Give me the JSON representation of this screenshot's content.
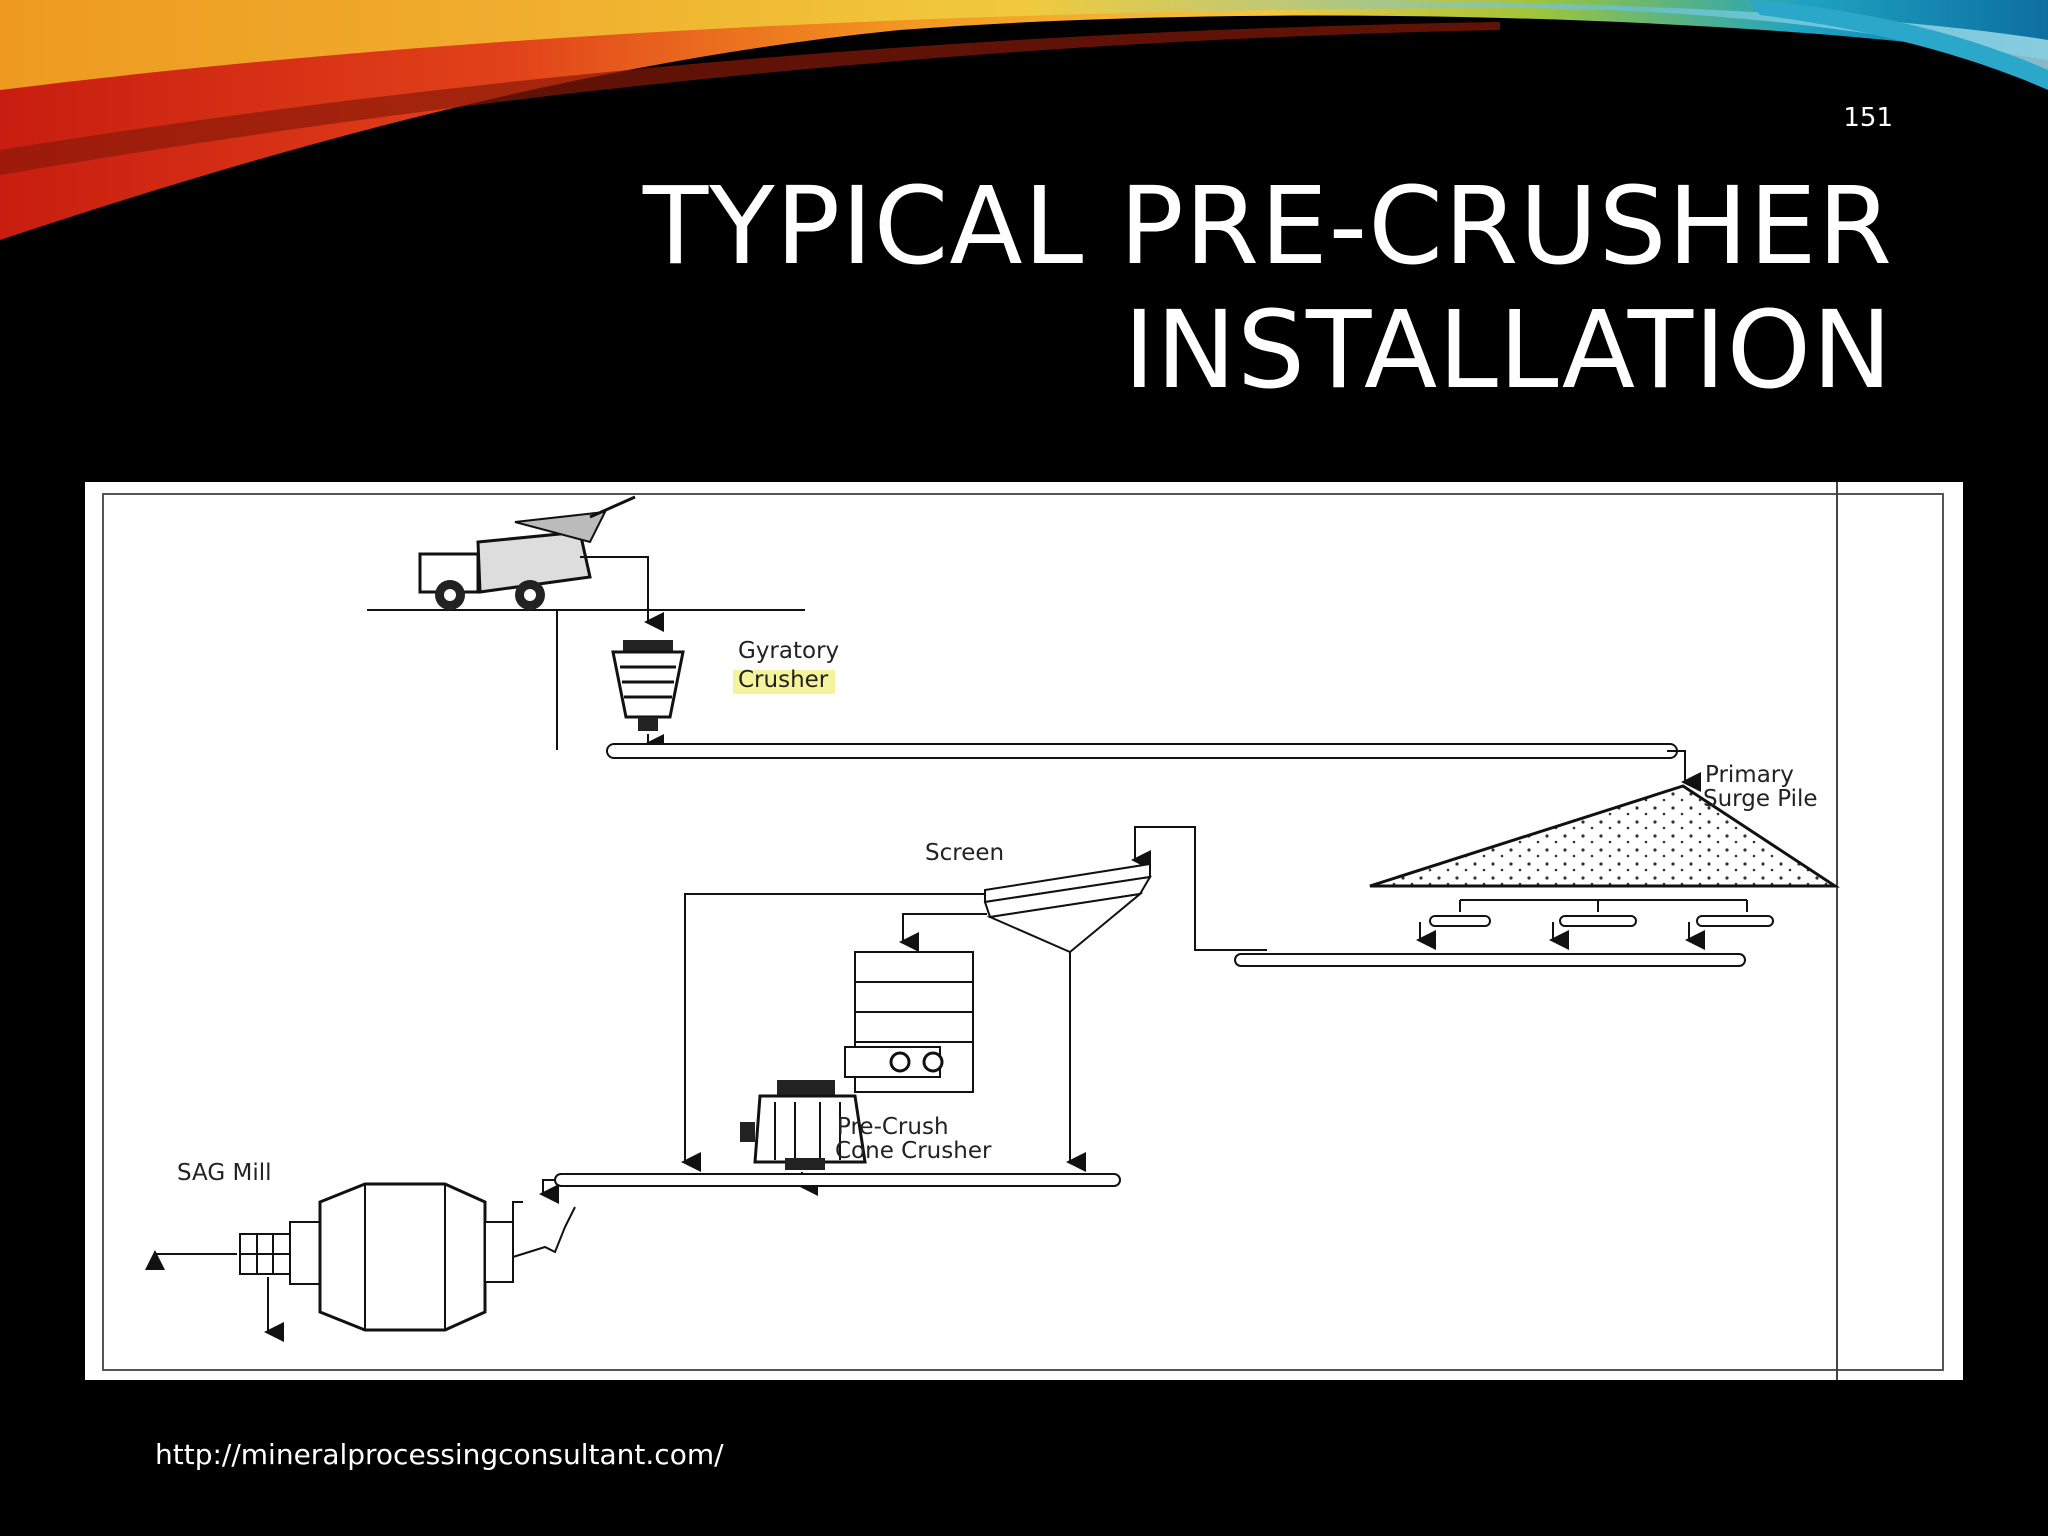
{
  "slide": {
    "number": "151",
    "title_line1": "TYPICAL PRE-CRUSHER",
    "title_line2": "INSTALLATION",
    "source_url": "http://mineralprocessingconsultant.com/"
  },
  "diagram": {
    "labels": {
      "gyratory_1": "Gyratory",
      "gyratory_2": "Crusher",
      "surge_1": "Primary",
      "surge_2": "Surge Pile",
      "screen": "Screen",
      "precrush_1": "Pre-Crush",
      "precrush_2": "Cone Crusher",
      "sag": "SAG Mill"
    },
    "highlight_color": "#f6f49a"
  }
}
